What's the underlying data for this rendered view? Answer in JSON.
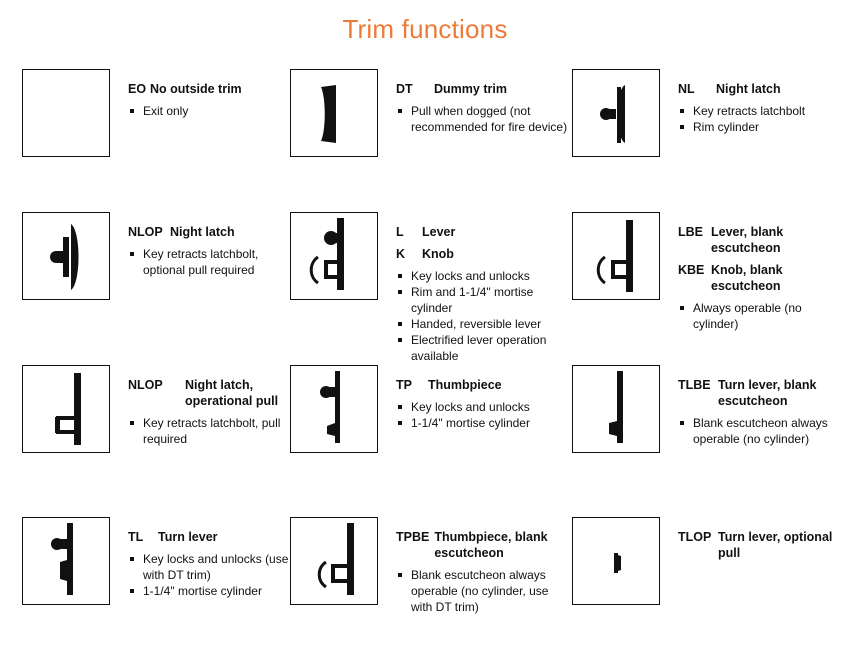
{
  "title": "Trim functions",
  "entries": [
    {
      "icon": "no-outside-trim-icon",
      "heads": [
        {
          "code": "EO",
          "name": "No outside trim"
        }
      ],
      "bullets": [
        "Exit only"
      ]
    },
    {
      "icon": "dummy-trim-icon",
      "heads": [
        {
          "code": "DT",
          "name": "Dummy trim"
        }
      ],
      "bullets": [
        "Pull when dogged (not recommended for fire device)"
      ]
    },
    {
      "icon": "night-latch-icon",
      "heads": [
        {
          "code": "NL",
          "name": "Night latch"
        }
      ],
      "bullets": [
        "Key retracts latchbolt",
        "Rim cylinder"
      ]
    },
    {
      "icon": "night-latch-optional-pull-icon",
      "heads": [
        {
          "code": "NLOP",
          "name": "Night latch"
        }
      ],
      "bullets": [
        "Key retracts latchbolt, optional pull required"
      ]
    },
    {
      "icon": "lever-knob-icon",
      "heads": [
        {
          "code": "L",
          "name": "Lever"
        },
        {
          "code": "K",
          "name": "Knob"
        }
      ],
      "bullets": [
        "Key locks and unlocks",
        "Rim and 1-1/4\" mortise cylinder",
        "Handed, reversible lever",
        "Electrified lever operation available"
      ]
    },
    {
      "icon": "lever-blank-escutcheon-icon",
      "heads": [
        {
          "code": "LBE",
          "name": "Lever, blank escutcheon"
        },
        {
          "code": "KBE",
          "name": "Knob, blank escutcheon"
        }
      ],
      "bullets": [
        "Always operable (no cylinder)"
      ]
    },
    {
      "icon": "night-latch-operational-pull-icon",
      "heads": [
        {
          "code": "NLOP",
          "name": "Night latch, operational pull"
        }
      ],
      "bullets": [
        "Key retracts latchbolt, pull required"
      ]
    },
    {
      "icon": "thumbpiece-icon",
      "heads": [
        {
          "code": "TP",
          "name": "Thumbpiece"
        }
      ],
      "bullets": [
        "Key locks and unlocks",
        "1-1/4\" mortise cylinder"
      ]
    },
    {
      "icon": "turn-lever-blank-escutcheon-icon",
      "heads": [
        {
          "code": "TLBE",
          "name": "Turn lever, blank escutcheon"
        }
      ],
      "bullets": [
        "Blank escutcheon always operable (no cylinder)"
      ]
    },
    {
      "icon": "turn-lever-icon",
      "heads": [
        {
          "code": "TL",
          "name": "Turn lever"
        }
      ],
      "bullets": [
        "Key locks and unlocks (use with DT trim)",
        "1-1/4\" mortise cylinder"
      ]
    },
    {
      "icon": "thumbpiece-blank-escutcheon-icon",
      "heads": [
        {
          "code": "TPBE",
          "name": "Thumbpiece, blank escutcheon"
        }
      ],
      "bullets": [
        "Blank escutcheon always operable (no cylinder, use with DT trim)"
      ]
    },
    {
      "icon": "turn-lever-optional-pull-icon",
      "heads": [
        {
          "code": "TLOP",
          "name": "Turn lever, optional pull"
        }
      ],
      "bullets": []
    }
  ]
}
